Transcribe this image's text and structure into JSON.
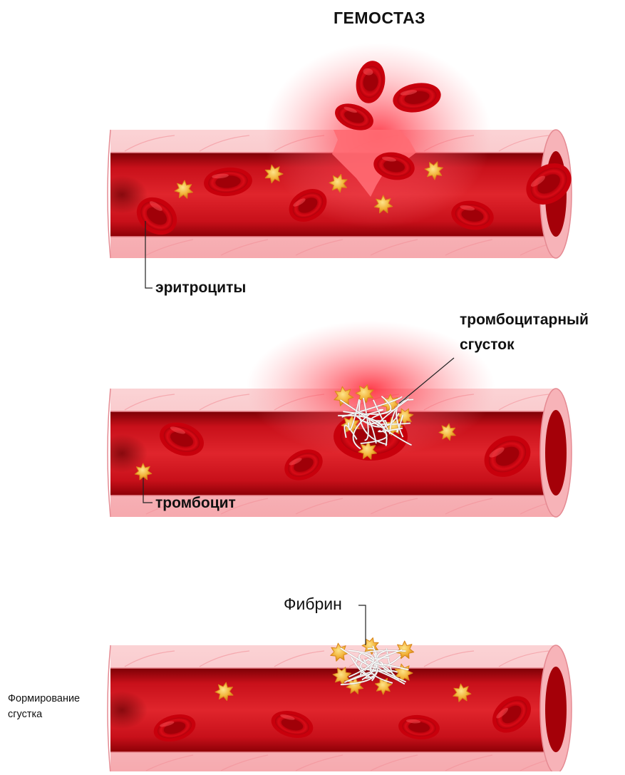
{
  "title": "ГЕМОСТАЗ",
  "labels": {
    "erythrocytes": "эритроциты",
    "platelet_clot_line1": "тромбоцитарный",
    "platelet_clot_line2": "сгусток",
    "platelet": "тромбоцит",
    "fibrin": "Фибрин",
    "clot_formation_line1": "Формирование",
    "clot_formation_line2": "сгустка"
  },
  "colors": {
    "vessel_wall": "#f9b9bd",
    "vessel_wall_line": "#f28f97",
    "blood": "#d4101a",
    "blood_dark": "#8c0006",
    "rbc": "#c8000c",
    "rbc_center": "#a00008",
    "platelet": "#f2b33a",
    "platelet_edge": "#d9861a",
    "fibrin": "#ffffff"
  },
  "panels": [
    {
      "name": "stage-1-vessel-injury"
    },
    {
      "name": "stage-2-platelet-plug"
    },
    {
      "name": "stage-3-fibrin-clot"
    }
  ]
}
